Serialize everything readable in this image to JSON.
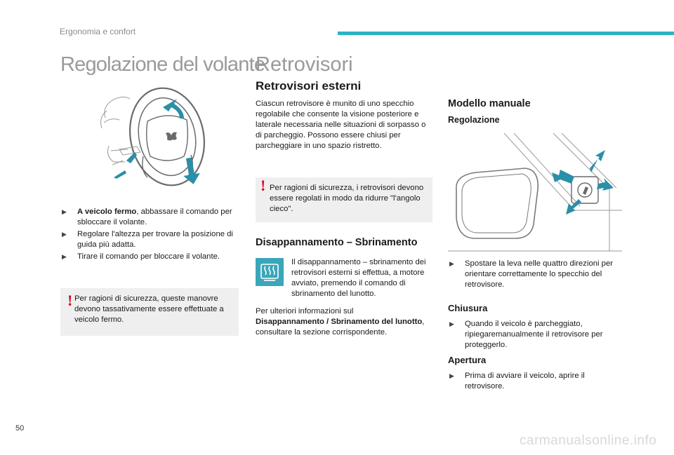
{
  "header": {
    "section": "Ergonomia e confort"
  },
  "page_number": "50",
  "watermark": "carmanualsonline.info",
  "left": {
    "title": "Regolazione del volante",
    "bullets": [
      {
        "bold": "A veicolo fermo",
        "text": ", abbassare il comando per sbloccare il volante."
      },
      {
        "text": "Regolare l'altezza per trovare la posizione di guida più adatta."
      },
      {
        "text": "Tirare il comando per bloccare il volante."
      }
    ],
    "warning": "Per ragioni di sicurezza, queste manovre devono tassativamente essere effettuate a veicolo fermo."
  },
  "middle": {
    "title": "Retrovisori",
    "subtitle": "Retrovisori esterni",
    "intro": "Ciascun retrovisore è munito di uno specchio regolabile che consente la visione posteriore e laterale necessaria nelle situazioni di sorpasso o di parcheggio. Possono essere chiusi per parcheggiare in uno spazio ristretto.",
    "warning": "Per ragioni di sicurezza, i retrovisori devono essere regolati in modo da ridurre \"l'angolo cieco\".",
    "defrost_title": "Disappannamento – Sbrinamento",
    "defrost_text": "Il disappannamento – sbrinamento dei retrovisori esterni si effettua, a motore avviato, premendo il comando di sbrinamento del lunotto.",
    "more_info_prefix": "Per ulteriori informazioni sul",
    "more_info_bold": "Disappannamento / Sbrinamento del lunotto",
    "more_info_suffix": ", consultare la sezione corrispondente."
  },
  "right": {
    "model_title": "Modello manuale",
    "adjust_title": "Regolazione",
    "adjust_bullet": "Spostare la leva nelle quattro direzioni per orientare correttamente lo specchio del retrovisore.",
    "close_title": "Chiusura",
    "close_bullet": "Quando il veicolo è parcheggiato, ripiegaremanualmente il retrovisore per proteggerlo.",
    "open_title": "Apertura",
    "open_bullet": "Prima di avviare il veicolo, aprire il retrovisore."
  },
  "colors": {
    "accent": "#2bb3c5",
    "warning": "#e1001a",
    "arrow": "#2a8fa8"
  },
  "icons": {
    "bullet": "bullet-marker-icon",
    "defrost": "rear-defrost-icon"
  }
}
